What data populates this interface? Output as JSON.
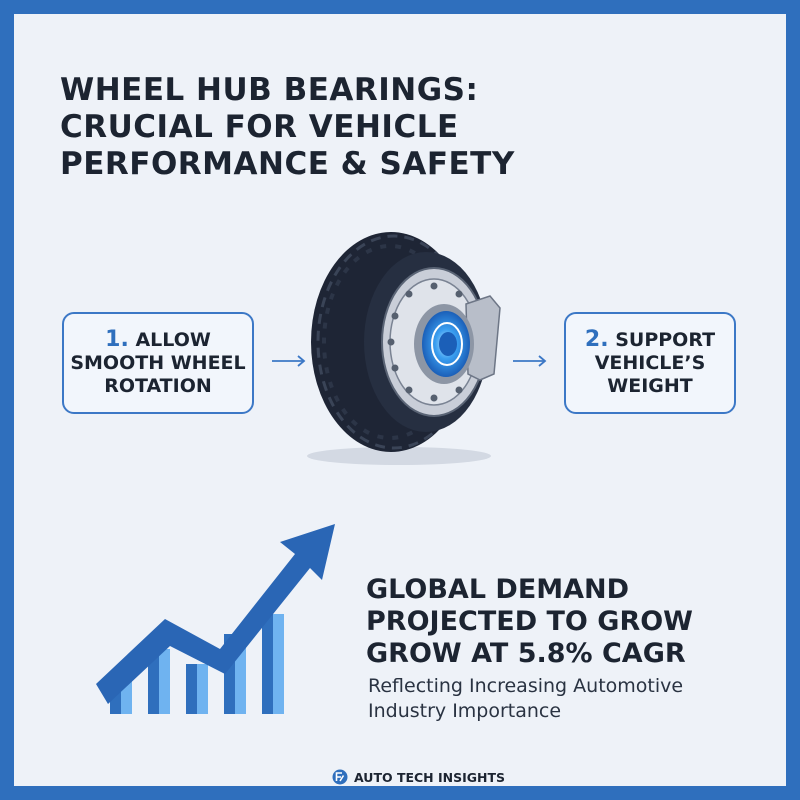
{
  "title": {
    "line1": "WHEEL HUB BEARINGS:",
    "line2": "CRUCIAL FOR VEHICLE",
    "line3": "PERFORMANCE & SAFETY"
  },
  "features": [
    {
      "number": "1.",
      "line1": "ALLOW",
      "line2": "SMOOTH WHEEL",
      "line3": "ROTATION"
    },
    {
      "number": "2.",
      "line1": "SUPPORT",
      "line2": "VEHICLE’S",
      "line3": "WEIGHT"
    }
  ],
  "demand": {
    "line1": "GLOBAL DEMAND",
    "line2": "PROJECTED TO GROW",
    "line3": "GROW AT 5.8% CAGR"
  },
  "subtext": {
    "line1": "Reflecting Increasing Automotive",
    "line2": "Industry Importance"
  },
  "footer": {
    "brand": "AUTO TECH INSIGHTS",
    "logo_icon": "auto-tech-logo-icon"
  },
  "colors": {
    "accent": "#2f6fbd",
    "text": "#1c2431",
    "background": "#eef2f8",
    "tire": "#1e2535",
    "hub_glow": "#3a9ef0"
  },
  "icons": {
    "tire": "tire-with-bearing-icon",
    "arrow": "right-arrow-icon",
    "growth": "growth-chart-icon"
  }
}
